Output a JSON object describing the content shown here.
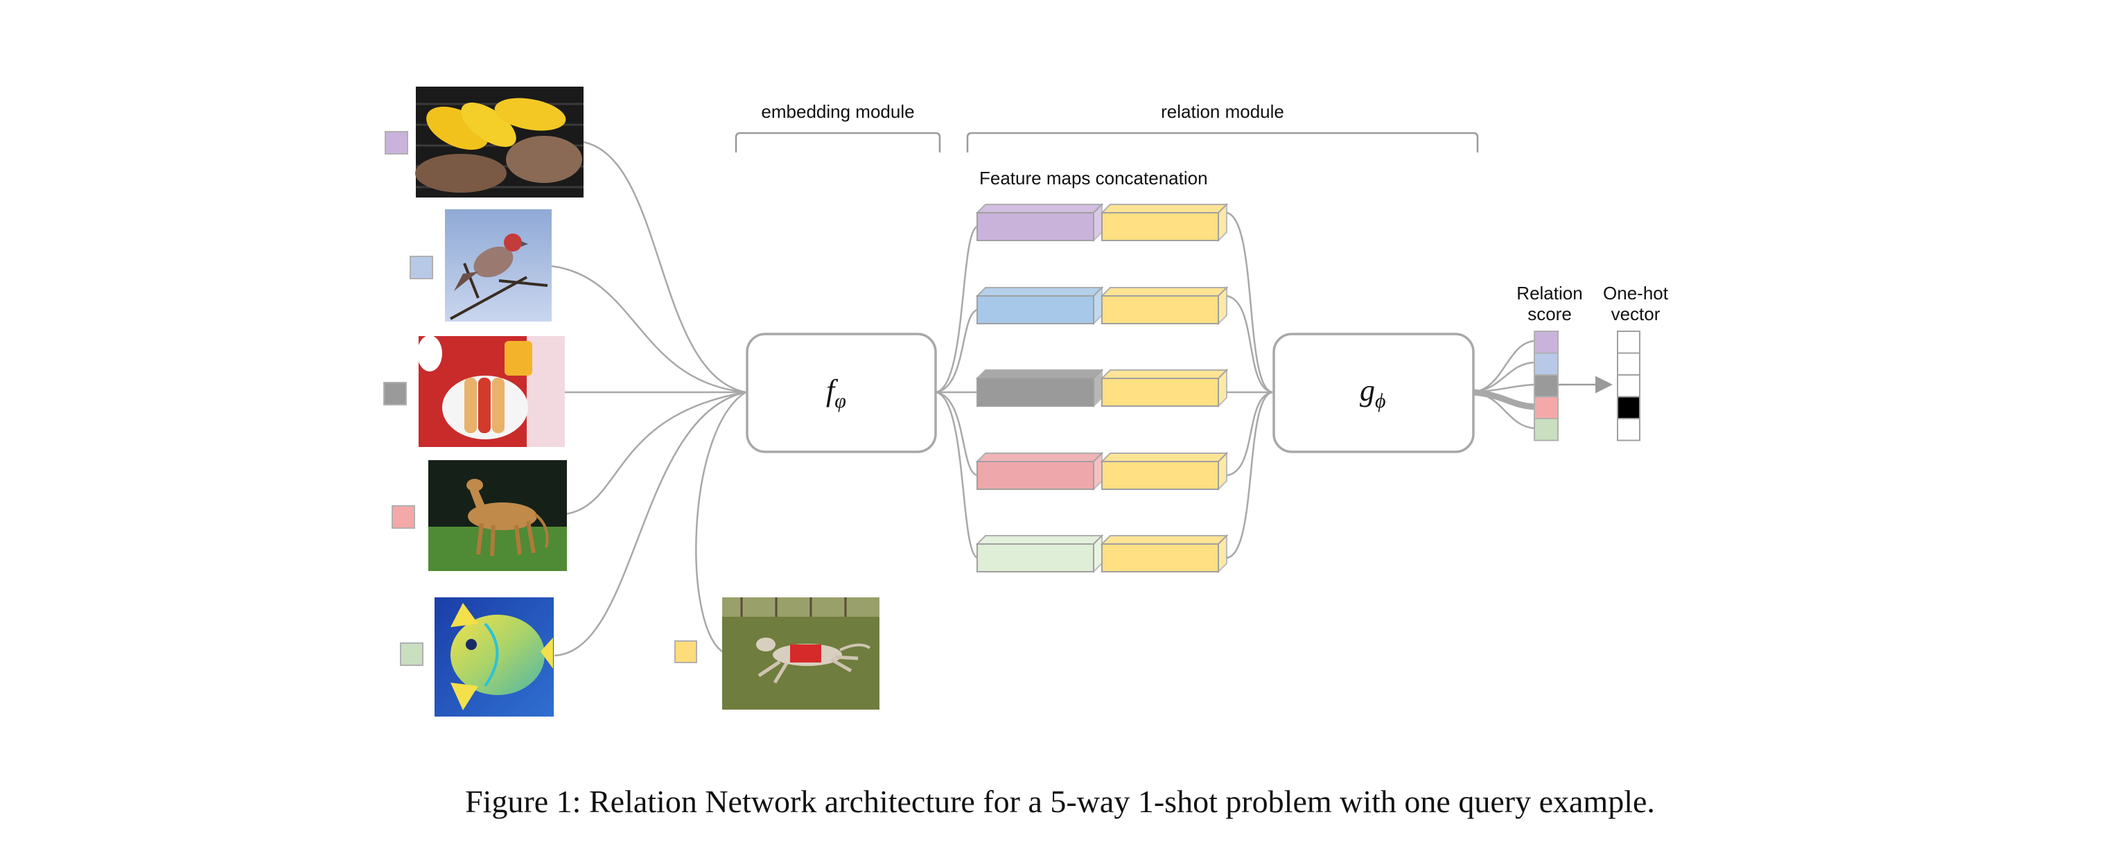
{
  "labels": {
    "embedding_module": "embedding module",
    "relation_module": "relation module",
    "feature_maps": "Feature maps concatenation",
    "relation_score_line1": "Relation",
    "relation_score_line2": "score",
    "onehot_line1": "One-hot",
    "onehot_line2": "vector"
  },
  "modules": {
    "f_main": "f",
    "f_sub": "φ",
    "g_main": "g",
    "g_sub": "ϕ"
  },
  "caption": {
    "prefix": "Figure 1:",
    "text": "Relation Network architecture for a 5-way 1-shot problem with one query example."
  },
  "support_images": [
    {
      "name": "grilled-corn-steak-image",
      "color": "#c9b3db"
    },
    {
      "name": "bird-on-branch-image",
      "color": "#b8c9e8"
    },
    {
      "name": "hotdog-tray-image",
      "color": "#9a9a9a"
    },
    {
      "name": "standing-dog-image",
      "color": "#f5a8a8"
    },
    {
      "name": "angelfish-image",
      "color": "#c9dfc0"
    }
  ],
  "query_image": {
    "name": "running-dog-image",
    "color": "#ffdc7a"
  },
  "class_colors": [
    "#c9b3db",
    "#a7c8e8",
    "#9a9a9a",
    "#eea8ab",
    "#dfeed6"
  ],
  "query_color": "#ffe082",
  "relation_scores": [
    "#c9b3db",
    "#b8c9e8",
    "#9a9a9a",
    "#f5a8a8",
    "#c9dfc0"
  ],
  "onehot": [
    0,
    0,
    0,
    1,
    0
  ]
}
